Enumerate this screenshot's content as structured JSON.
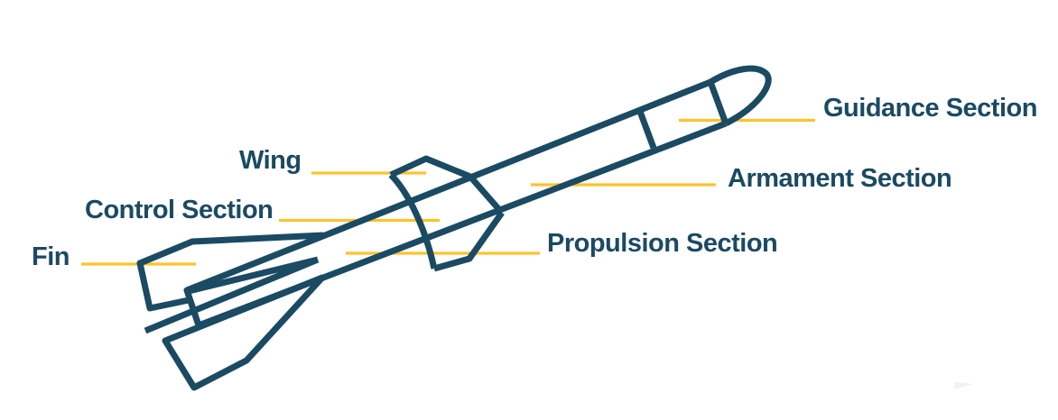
{
  "diagram": {
    "subject": "Missile components labeled line diagram",
    "background_color": "#ffffff",
    "outline_color": "#1b4a63",
    "leader_line_color": "#fdc32d",
    "label_color": "#1b4a63",
    "parts": [
      {
        "id": "guidance-section",
        "label": "Guidance Section"
      },
      {
        "id": "armament-section",
        "label": "Armament Section"
      },
      {
        "id": "propulsion-section",
        "label": "Propulsion Section"
      },
      {
        "id": "control-section",
        "label": "Control Section"
      },
      {
        "id": "wing",
        "label": "Wing"
      },
      {
        "id": "fin",
        "label": "Fin"
      }
    ]
  }
}
